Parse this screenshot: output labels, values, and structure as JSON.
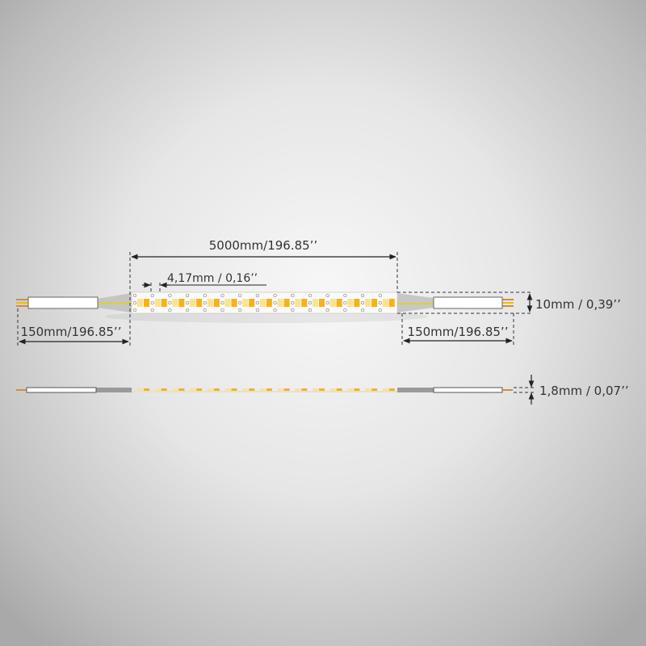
{
  "dimensions": {
    "length": "5000mm/196.85’’",
    "led_pitch": "4,17mm / 0,16’’",
    "left_cable": "150mm/196.85’’",
    "right_cable": "150mm/196.85’’",
    "width": "10mm / 0,39’’",
    "thickness": "1,8mm / 0,07’’"
  },
  "colors": {
    "led_warm": "#f6b21a",
    "led_cool": "#fde38c",
    "line": "#2a2a2a"
  }
}
